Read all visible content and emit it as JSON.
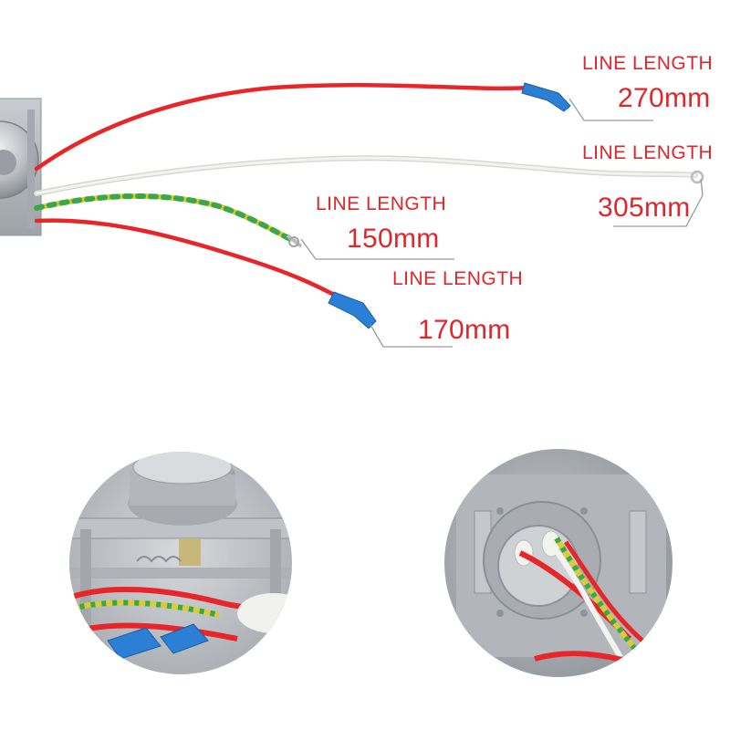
{
  "colors": {
    "label_text": "#e0262b",
    "wire_red": "#e8262a",
    "wire_white": "#e9e9e4",
    "wire_yellow": "#d9cc35",
    "wire_green": "#3aa84a",
    "connector_blue": "#2b7fd4",
    "metal": "#b9bdc2",
    "leader_line": "#9a9a9a"
  },
  "callouts": [
    {
      "id": "red-long",
      "heading": "LINE LENGTH",
      "length": "270mm"
    },
    {
      "id": "white",
      "heading": "LINE LENGTH",
      "length": "305mm"
    },
    {
      "id": "yellow-green",
      "heading": "LINE LENGTH",
      "length": "150mm"
    },
    {
      "id": "red-short",
      "heading": "LINE LENGTH",
      "length": "170mm"
    }
  ]
}
